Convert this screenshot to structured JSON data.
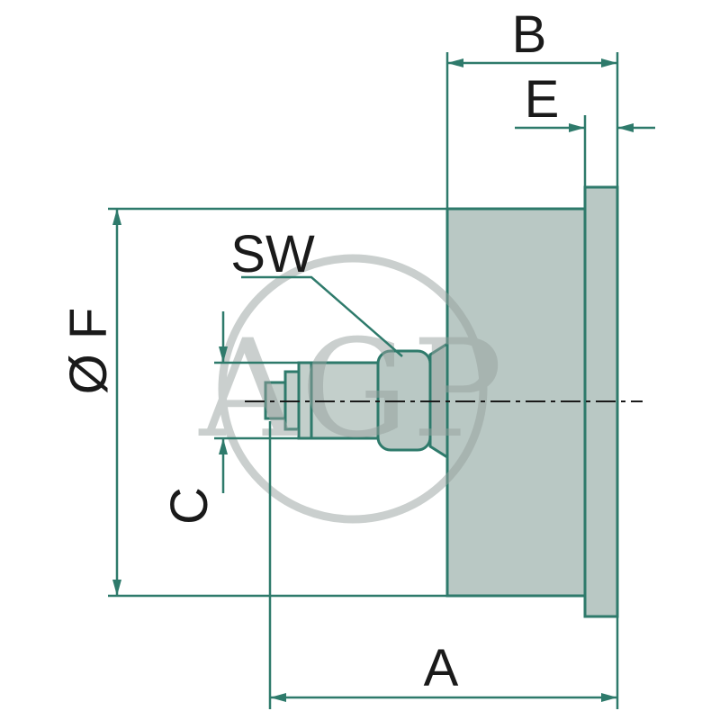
{
  "drawing": {
    "labels": {
      "width_b": "B",
      "flange_e": "E",
      "wrench_sw": "SW",
      "diameter_f": "Ø F",
      "thread_c": "C",
      "depth_a": "A"
    },
    "watermark": {
      "text": "AGP"
    },
    "colors": {
      "dimension_line": "#2e7a6b",
      "outline": "#2e7a6b",
      "body_fill": "#b9c8c4",
      "fitting_fill": "#c3cfcb",
      "watermark_gray": "#97a19e",
      "centerline": "#1a1a1a",
      "label_text": "#1a1a1a",
      "background": "#ffffff"
    }
  }
}
